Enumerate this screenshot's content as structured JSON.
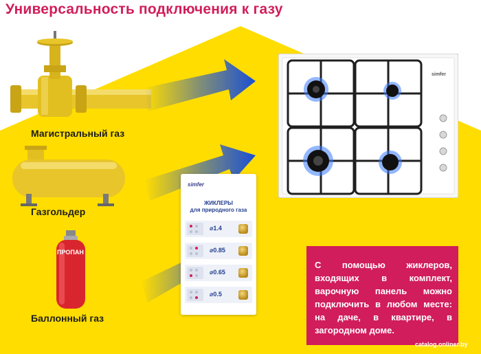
{
  "title": "Универсальность подключения к газу",
  "sources": {
    "main_gas": "Магистральный газ",
    "gas_holder": "Газгольдер",
    "bottle_gas": "Баллонный газ"
  },
  "bottle_label": "ПРОПАН",
  "jet_card": {
    "brand": "simfer",
    "title_line1": "ЖИКЛЕРЫ",
    "title_line2": "для природного газа",
    "jets": [
      "⌀1.4",
      "⌀0.85",
      "⌀0.65",
      "⌀0.5"
    ]
  },
  "hob_brand": "simfer",
  "info_text": "С помощью жиклеров, входящих в комплект, варочную панель можно подключить в любом месте: на даче, в квартире, в загородном доме.",
  "credit": "catalog.onliner.by",
  "colors": {
    "accent": "#d11d5b",
    "yellow": "#ffdd00",
    "arrow_blue": "#1a4fd6"
  }
}
